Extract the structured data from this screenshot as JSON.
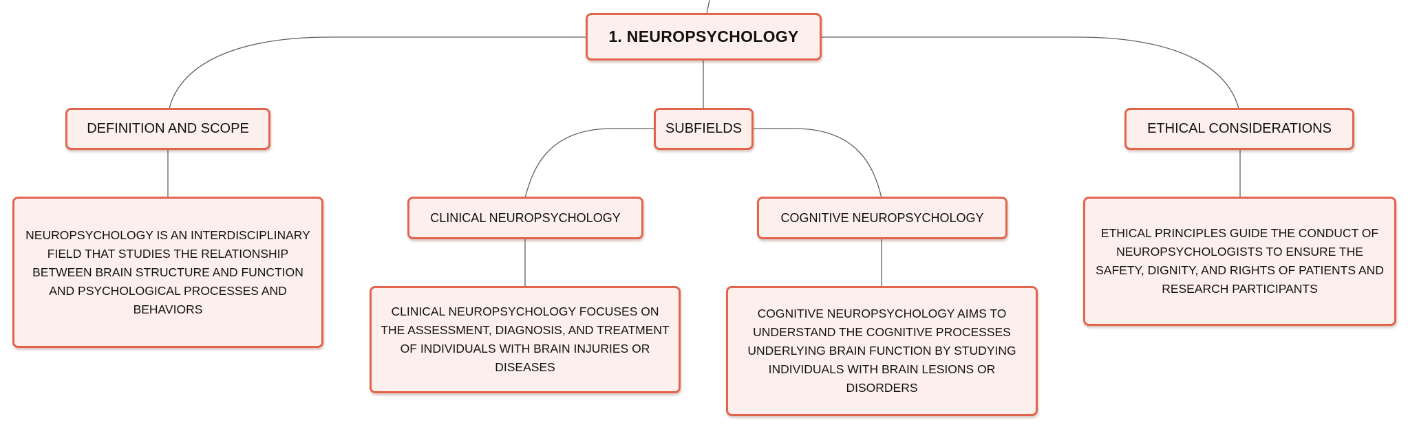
{
  "colors": {
    "node_border": "#e2644c",
    "node_fill": "#fdf0ec",
    "connector": "#5f5f5f",
    "text": "#111111"
  },
  "root": {
    "label": "1. NEUROPSYCHOLOGY"
  },
  "branches": {
    "definition": {
      "label": "DEFINITION AND SCOPE",
      "description": "NEUROPSYCHOLOGY IS AN INTERDISCIPLINARY FIELD THAT STUDIES THE RELATIONSHIP BETWEEN BRAIN STRUCTURE AND FUNCTION AND PSYCHOLOGICAL PROCESSES AND BEHAVIORS"
    },
    "subfields": {
      "label": "SUBFIELDS",
      "clinical": {
        "label": "CLINICAL NEUROPSYCHOLOGY",
        "description": "CLINICAL NEUROPSYCHOLOGY FOCUSES ON THE ASSESSMENT, DIAGNOSIS, AND TREATMENT OF INDIVIDUALS WITH BRAIN INJURIES OR DISEASES"
      },
      "cognitive": {
        "label": "COGNITIVE NEUROPSYCHOLOGY",
        "description": "COGNITIVE NEUROPSYCHOLOGY AIMS TO UNDERSTAND THE COGNITIVE PROCESSES UNDERLYING BRAIN FUNCTION BY STUDYING INDIVIDUALS WITH BRAIN LESIONS OR DISORDERS"
      }
    },
    "ethics": {
      "label": "ETHICAL CONSIDERATIONS",
      "description": "ETHICAL PRINCIPLES GUIDE THE CONDUCT OF NEUROPSYCHOLOGISTS TO ENSURE THE SAFETY, DIGNITY, AND RIGHTS OF PATIENTS AND RESEARCH PARTICIPANTS"
    }
  }
}
